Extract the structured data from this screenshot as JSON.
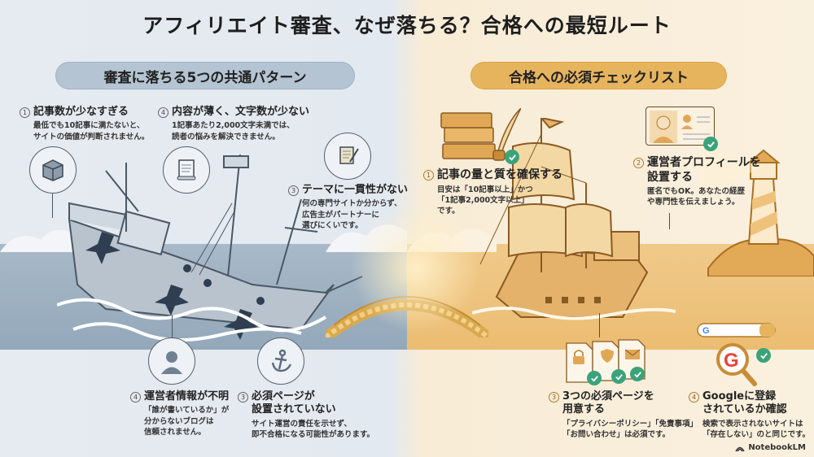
{
  "title": "アフィリエイト審査、なぜ落ちる？合格への最短ルート",
  "left_panel": {
    "heading": "審査に落ちる5つの共通パターン",
    "items": [
      {
        "num": "1",
        "title": "記事数が少なすぎる",
        "desc": "最低でも10記事に満たないと、\nサイトの価値が判断されません。",
        "icon": "box-icon"
      },
      {
        "num": "4",
        "title": "内容が薄く、文字数が少ない",
        "desc": "1記事あたり2,000文字未満では、\n読者の悩みを解決できません。",
        "icon": "scroll-icon"
      },
      {
        "num": "3",
        "title": "テーマに一貫性がない",
        "desc": "何の専門サイトか分からず、\n広告主がパートナーに\n選びにくいです。",
        "icon": "scroll-quill-icon"
      },
      {
        "num": "4",
        "title": "運営者情報が不明",
        "desc": "「誰が書いているか」が\n分からないブログは\n信頼されません。",
        "icon": "user-icon"
      },
      {
        "num": "3",
        "title": "必須ページが\n設置されていない",
        "desc": "サイト運営の責任を示せず、\n即不合格になる可能性があります。",
        "icon": "anchor-icon"
      }
    ]
  },
  "right_panel": {
    "heading": "合格への必須チェックリスト",
    "items": [
      {
        "num": "1",
        "title": "記事の量と質を確保する",
        "desc": "目安は「10記事以上」かつ\n「1記事2,000文字以上」\nです。",
        "icon": "books-icon"
      },
      {
        "num": "2",
        "title": "運営者プロフィールを\n設置する",
        "desc": "匿名でもOK。あなたの経歴\nや専門性を伝えましょう。",
        "icon": "profile-card-icon"
      },
      {
        "num": "3",
        "title": "3つの必須ページを\n用意する",
        "desc": "「プライバシーポリシー」「免責事項」\n「お問い合わせ」は必須です。",
        "icon": "documents-icon"
      },
      {
        "num": "4",
        "title": "Googleに登録\nされているか確認",
        "desc": "検索で表示されないサイトは\n「存在しない」のと同じです。",
        "icon": "google-search-icon"
      }
    ]
  },
  "colors": {
    "left_accent": "#b5c4d2",
    "right_accent": "#e7b45e",
    "check_green": "#3aa37a"
  },
  "footer": {
    "brand": "NotebookLM"
  }
}
